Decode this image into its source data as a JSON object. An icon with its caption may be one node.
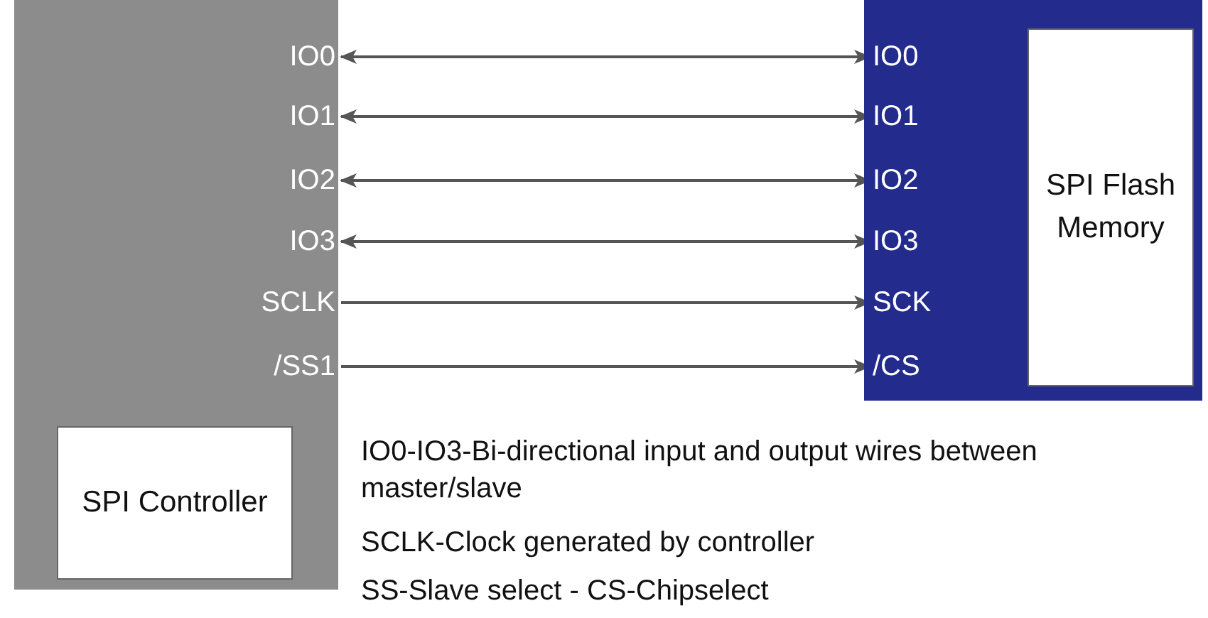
{
  "diagram": {
    "nodes": [
      {
        "text": [],
        "shape": "box"
      },
      {
        "text": [
          "IO0"
        ],
        "in": 0
      },
      {
        "text": [
          "IO1"
        ],
        "in": 0
      },
      {
        "text": [
          "IO2"
        ],
        "in": 0
      },
      {
        "text": [
          "IO3"
        ],
        "in": 0
      },
      {
        "text": [
          "SCLK"
        ],
        "in": 0
      },
      {
        "text": [
          "/SS1"
        ],
        "in": 0
      },
      {
        "text": [
          "SPI Controller"
        ],
        "in": 0
      },
      {
        "text": [],
        "shape": "box"
      },
      {
        "text": [
          "IO0"
        ],
        "in": 8
      },
      {
        "text": [
          "IO1"
        ],
        "in": 8
      },
      {
        "text": [
          "IO2"
        ],
        "in": 8
      },
      {
        "text": [
          "IO3"
        ],
        "in": 8
      },
      {
        "text": [
          "SCK"
        ],
        "in": 8
      },
      {
        "text": [
          "/CS"
        ],
        "in": 8
      },
      {
        "text": [
          "SPI Flash Memory"
        ],
        "in": 8
      }
    ],
    "edges": [
      {
        "from": 1,
        "to": 9,
        "arrow": "both"
      },
      {
        "from": 2,
        "to": 10,
        "arrow": "both"
      },
      {
        "from": 3,
        "to": 11,
        "arrow": "both"
      },
      {
        "from": 4,
        "to": 12,
        "arrow": "both"
      },
      {
        "from": 5,
        "to": 13,
        "arrow": "to"
      },
      {
        "from": 6,
        "to": 14,
        "arrow": "to"
      }
    ],
    "labels": [
      "IO0-IO3-Bi-directional input and output wires between master/slave",
      "SCLK-Clock generated by controller",
      "SS-Slave select - CS-Chipselect"
    ]
  }
}
